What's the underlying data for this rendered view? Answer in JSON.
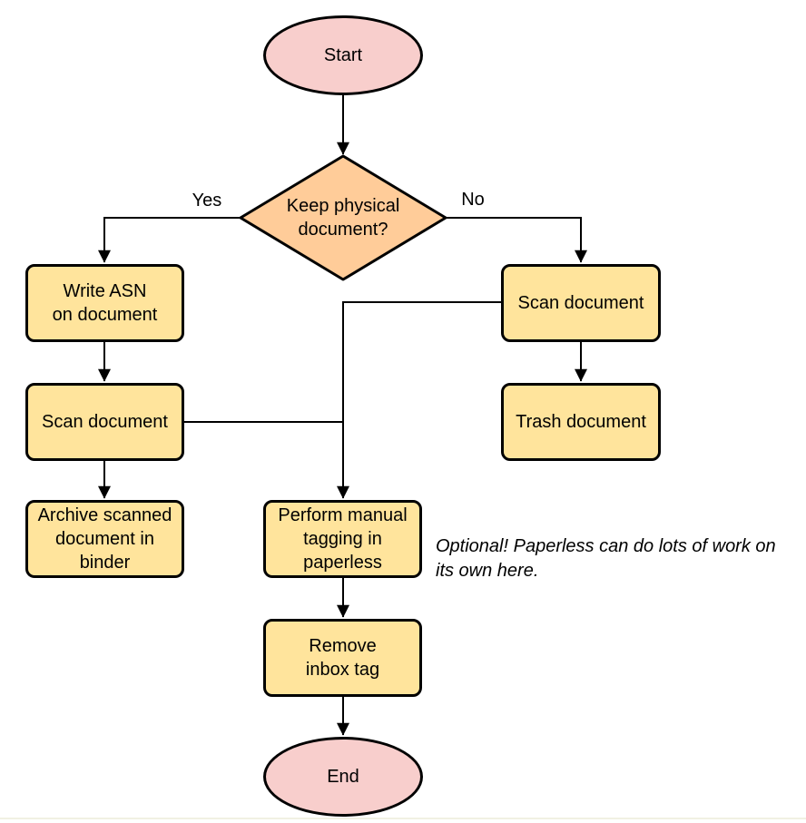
{
  "diagram": {
    "type": "flowchart",
    "nodes": {
      "start": {
        "shape": "ellipse",
        "label": "Start"
      },
      "decision": {
        "shape": "diamond",
        "label": "Keep physical\ndocument?"
      },
      "write_asn": {
        "shape": "rect",
        "label": "Write ASN\non document"
      },
      "scan_left": {
        "shape": "rect",
        "label": "Scan document"
      },
      "archive": {
        "shape": "rect",
        "label": "Archive scanned\ndocument in\nbinder"
      },
      "scan_right": {
        "shape": "rect",
        "label": "Scan document"
      },
      "trash": {
        "shape": "rect",
        "label": "Trash document"
      },
      "tagging": {
        "shape": "rect",
        "label": "Perform manual\ntagging in\npaperless"
      },
      "remove_inbox": {
        "shape": "rect",
        "label": "Remove\ninbox tag"
      },
      "end": {
        "shape": "ellipse",
        "label": "End"
      }
    },
    "edges": [
      {
        "from": "start",
        "to": "decision",
        "label": ""
      },
      {
        "from": "decision",
        "to": "write_asn",
        "label": "Yes"
      },
      {
        "from": "decision",
        "to": "scan_right",
        "label": "No"
      },
      {
        "from": "write_asn",
        "to": "scan_left",
        "label": ""
      },
      {
        "from": "scan_left",
        "to": "archive",
        "label": ""
      },
      {
        "from": "scan_right",
        "to": "trash",
        "label": ""
      },
      {
        "from": "scan_left",
        "to": "tagging",
        "label": ""
      },
      {
        "from": "scan_right",
        "to": "tagging",
        "label": ""
      },
      {
        "from": "tagging",
        "to": "remove_inbox",
        "label": ""
      },
      {
        "from": "remove_inbox",
        "to": "end",
        "label": ""
      }
    ],
    "annotation": {
      "text": "Optional! Paperless can do lots of work on\nits own here."
    },
    "colors": {
      "terminal_fill": "#f8cecc",
      "decision_fill": "#ffcc99",
      "process_fill": "#ffe49c",
      "stroke": "#000000",
      "background": "#ffffff"
    }
  }
}
